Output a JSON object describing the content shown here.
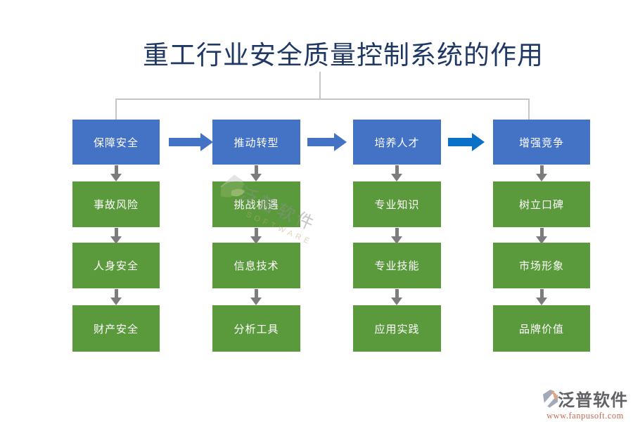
{
  "title": "重工行业安全质量控制系统的作用",
  "columns": [
    {
      "header": "保障安全",
      "items": [
        "事故风险",
        "人身安全",
        "财产安全"
      ]
    },
    {
      "header": "推动转型",
      "items": [
        "挑战机遇",
        "信息技术",
        "分析工具"
      ]
    },
    {
      "header": "培养人才",
      "items": [
        "专业知识",
        "专业技能",
        "应用实践"
      ]
    },
    {
      "header": "增强竞争",
      "items": [
        "树立口碑",
        "市场形象",
        "品牌价值"
      ]
    }
  ],
  "watermark": {
    "brand": "泛普软件",
    "subbrand": "SOFTWARE"
  },
  "footer": {
    "brand": "泛普软件",
    "url": "www.fanpusoft.com"
  },
  "colors": {
    "header_box": "#4472C4",
    "item_box": "#5B9A3C",
    "flow_arrow": "#4472C4",
    "flow_arrow_highlight": "#0A70C8",
    "down_arrow": "#7C7C7C",
    "connector_line": "#C6C6C6",
    "title_text": "#1F3864",
    "footer_brand_text": "#54545A",
    "footer_url_text": "#CC6A52"
  },
  "icons": {
    "watermark": "fanpu-leaf-logo-icon",
    "footer": "fanpu-logo-icon"
  }
}
